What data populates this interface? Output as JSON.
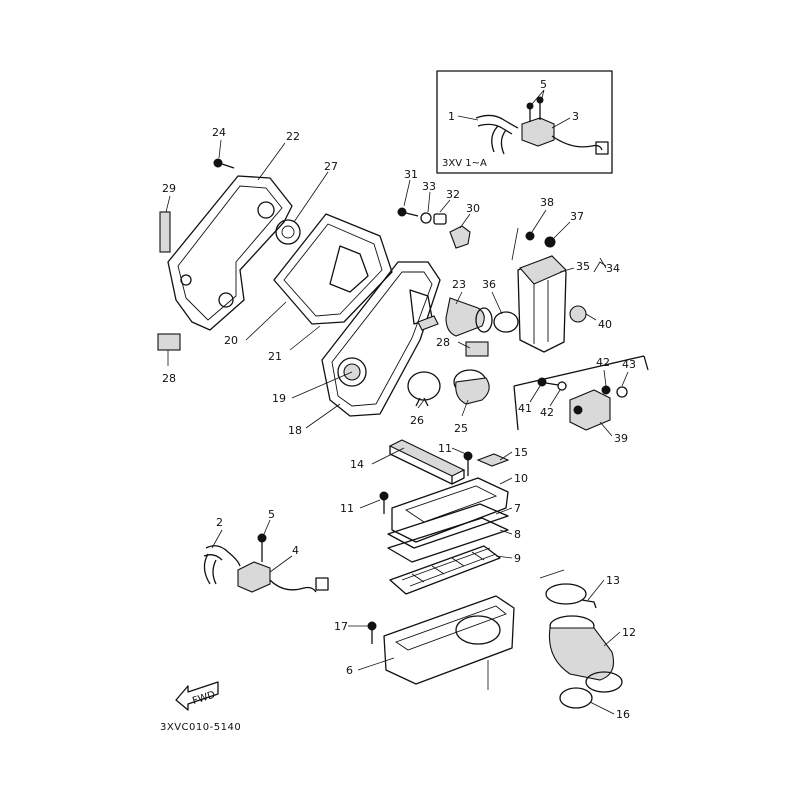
{
  "diagram": {
    "drawing_code": "3XVC010-5140",
    "inset_label": "3XV 1~A",
    "fwd_label": "FWD",
    "callouts": [
      {
        "id": "c1",
        "text": "1"
      },
      {
        "id": "c2",
        "text": "2"
      },
      {
        "id": "c3",
        "text": "3"
      },
      {
        "id": "c4",
        "text": "4"
      },
      {
        "id": "c5a",
        "text": "5"
      },
      {
        "id": "c5b",
        "text": "5"
      },
      {
        "id": "c6",
        "text": "6"
      },
      {
        "id": "c7",
        "text": "7"
      },
      {
        "id": "c8",
        "text": "8"
      },
      {
        "id": "c9",
        "text": "9"
      },
      {
        "id": "c10",
        "text": "10"
      },
      {
        "id": "c11a",
        "text": "11"
      },
      {
        "id": "c11b",
        "text": "11"
      },
      {
        "id": "c12",
        "text": "12"
      },
      {
        "id": "c13",
        "text": "13"
      },
      {
        "id": "c14",
        "text": "14"
      },
      {
        "id": "c15",
        "text": "15"
      },
      {
        "id": "c16",
        "text": "16"
      },
      {
        "id": "c17",
        "text": "17"
      },
      {
        "id": "c18",
        "text": "18"
      },
      {
        "id": "c19",
        "text": "19"
      },
      {
        "id": "c20",
        "text": "20"
      },
      {
        "id": "c21",
        "text": "21"
      },
      {
        "id": "c22",
        "text": "22"
      },
      {
        "id": "c23",
        "text": "23"
      },
      {
        "id": "c24",
        "text": "24"
      },
      {
        "id": "c25",
        "text": "25"
      },
      {
        "id": "c26",
        "text": "26"
      },
      {
        "id": "c27",
        "text": "27"
      },
      {
        "id": "c28a",
        "text": "28"
      },
      {
        "id": "c28b",
        "text": "28"
      },
      {
        "id": "c29",
        "text": "29"
      },
      {
        "id": "c30",
        "text": "30"
      },
      {
        "id": "c31",
        "text": "31"
      },
      {
        "id": "c32",
        "text": "32"
      },
      {
        "id": "c33",
        "text": "33"
      },
      {
        "id": "c34",
        "text": "34"
      },
      {
        "id": "c35",
        "text": "35"
      },
      {
        "id": "c36",
        "text": "36"
      },
      {
        "id": "c37",
        "text": "37"
      },
      {
        "id": "c38",
        "text": "38"
      },
      {
        "id": "c39",
        "text": "39"
      },
      {
        "id": "c40",
        "text": "40"
      },
      {
        "id": "c41",
        "text": "41"
      },
      {
        "id": "c42a",
        "text": "42"
      },
      {
        "id": "c42b",
        "text": "42"
      },
      {
        "id": "c43",
        "text": "43"
      }
    ]
  }
}
